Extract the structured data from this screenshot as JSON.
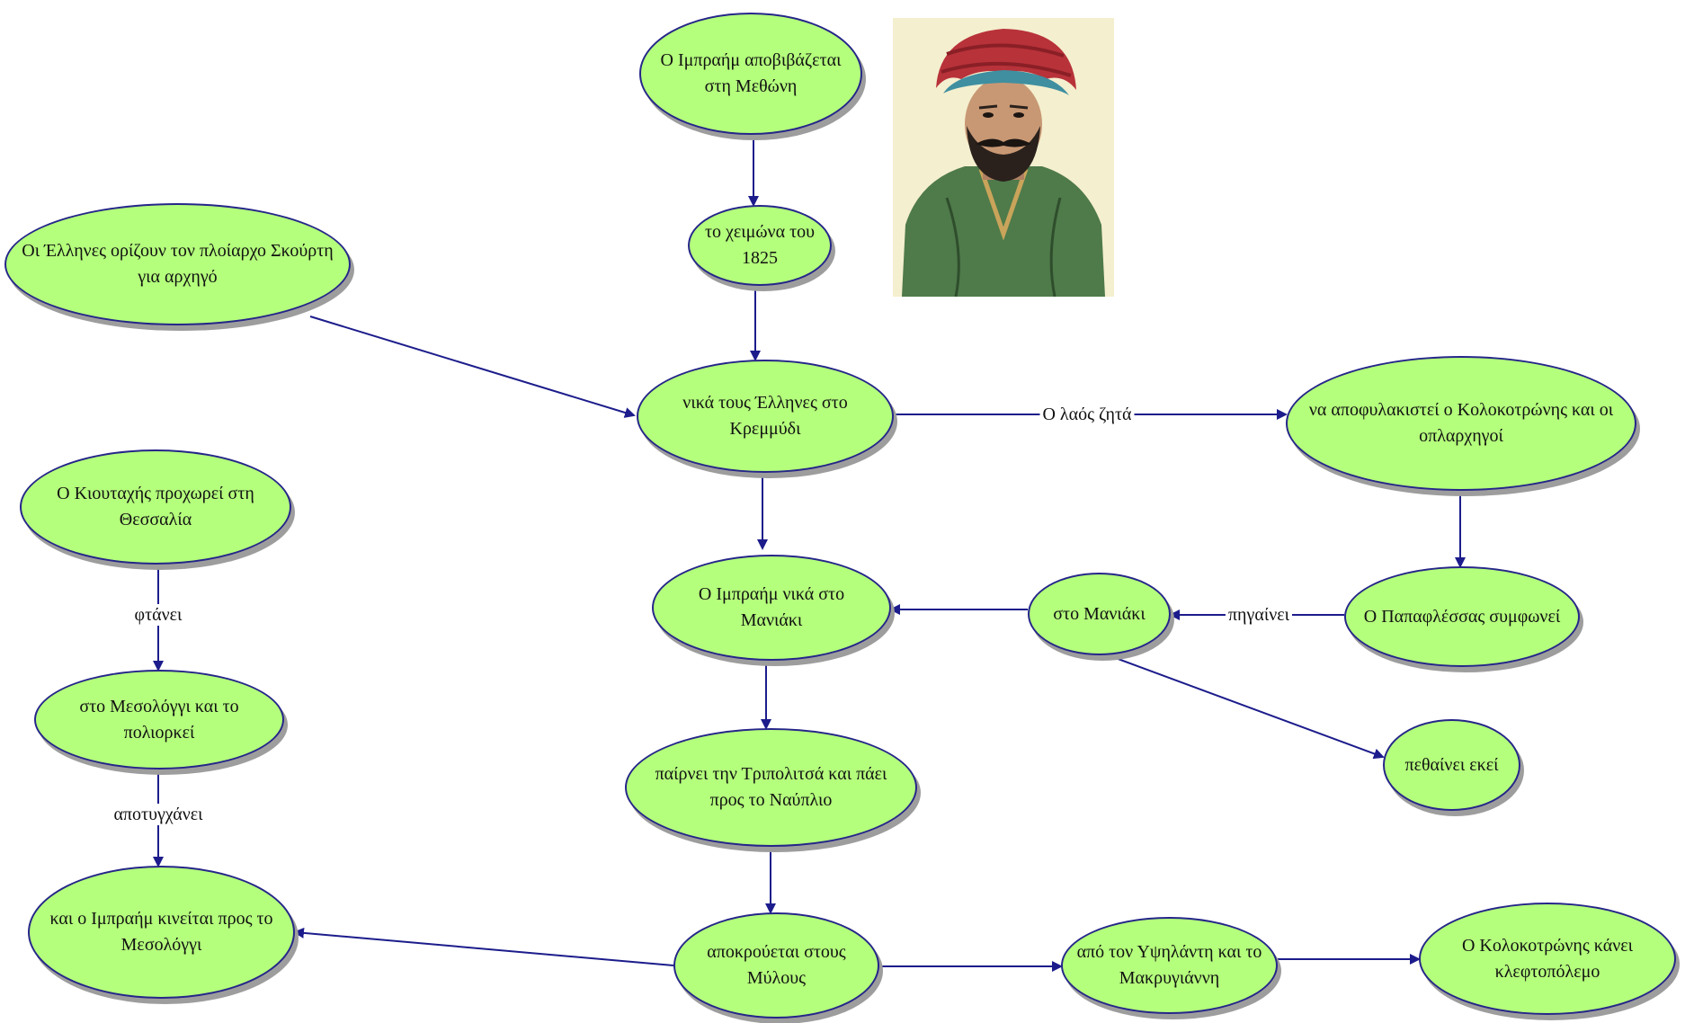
{
  "nodes": {
    "ibrahim_methoni": "Ο Ιμπραήμ αποβιβάζεται στη Μεθώνη",
    "winter_1825": "το χειμώνα του 1825",
    "greeks_skourtis": "Οι Έλληνες ορίζουν τον πλοίαρχο Σκούρτη για αρχηγό",
    "kremmydi": "νικά τους Έλληνες στο Κρεμμύδι",
    "release_kolokotronis": "να αποφυλακιστεί ο Κολοκοτρώνης και οι οπλαρχηγοί",
    "kiutahis_thessaly": "Ο Κιουταχής προχωρεί στη Θεσσαλία",
    "ibrahim_maniaki": "Ο Ιμπραήμ νικά στο Μανιάκι",
    "sto_maniaki": "στο Μανιάκι",
    "papaflessas": "Ο Παπαφλέσσας συμφωνεί",
    "mesolongi_siege": "στο Μεσολόγγι και το πολιορκεί",
    "tripolitsa": "παίρνει την Τριπολιτσά και πάει προς το Ναύπλιο",
    "dies_there": "πεθαίνει εκεί",
    "ibrahim_to_mesolongi": "και ο Ιμπραήμ κινείται προς το Μεσολόγγι",
    "repelled_mills": "αποκρούεται στους Μύλους",
    "ypsilantis_makrygiannis": "από τον Υψηλάντη και το Μακρυγιάννη",
    "kolokotronis_guerrilla": "Ο Κολοκοτρώνης κάνει κλεφτοπόλεμο"
  },
  "edge_labels": {
    "people_ask": "Ο λαός ζητά",
    "goes": "πηγαίνει",
    "arrives": "φτάνει",
    "fails": "αποτυγχάνει"
  },
  "colors": {
    "node_fill": "#b4ff7c",
    "node_border": "#262689",
    "arrow": "#1c1c8c",
    "shadow": "#9d9d9d"
  },
  "portrait": {
    "icon": "portrait-of-ibrahim-pasha-in-red-turban"
  }
}
